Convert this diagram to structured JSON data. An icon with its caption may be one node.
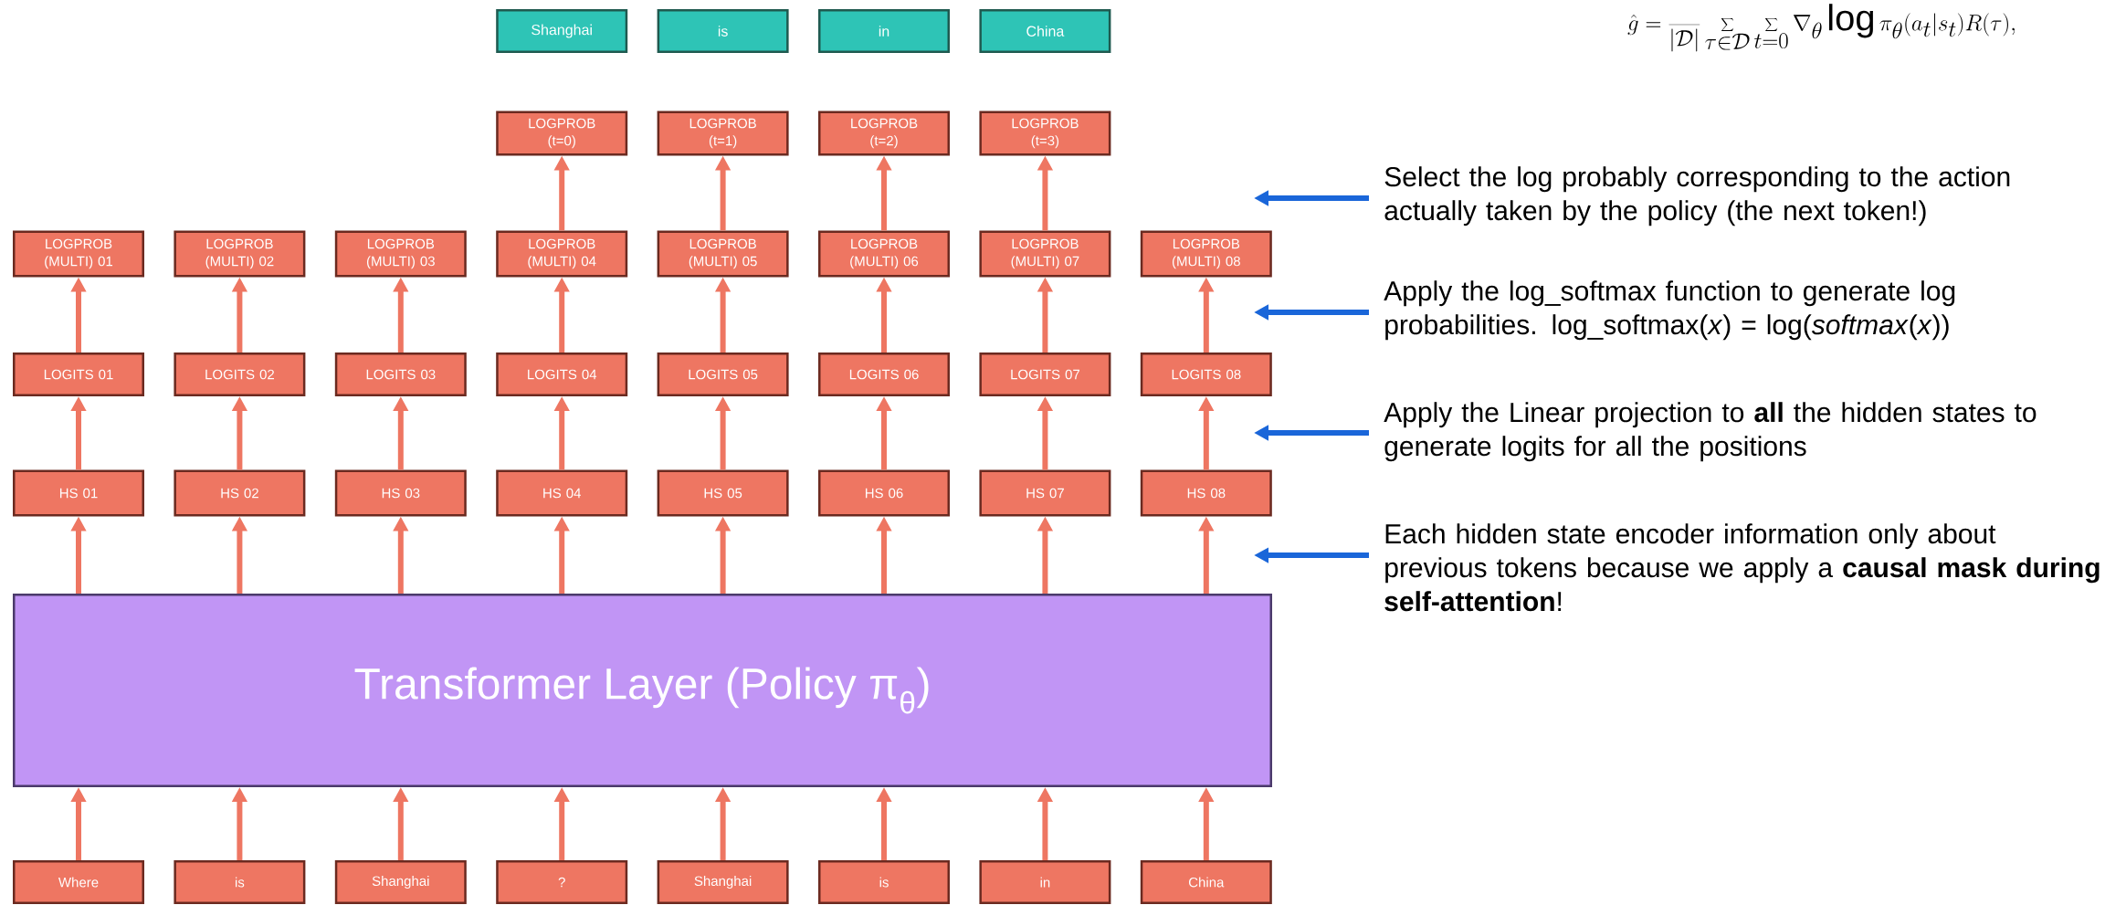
{
  "diagram": {
    "nodes": [
      {
        "text": [
          "Shanghai"
        ]
      },
      {
        "text": [
          "is"
        ]
      },
      {
        "text": [
          "in"
        ]
      },
      {
        "text": [
          "China"
        ]
      },
      {
        "text": [
          "LOGPROB (t=0)"
        ]
      },
      {
        "text": [
          "LOGPROB (t=1)"
        ]
      },
      {
        "text": [
          "LOGPROB (t=2)"
        ]
      },
      {
        "text": [
          "LOGPROB (t=3)"
        ]
      },
      {
        "text": [
          "LOGPROB (MULTI) 01"
        ]
      },
      {
        "text": [
          "LOGPROB (MULTI) 02"
        ]
      },
      {
        "text": [
          "LOGPROB (MULTI) 03"
        ]
      },
      {
        "text": [
          "LOGPROB (MULTI) 04"
        ]
      },
      {
        "text": [
          "LOGPROB (MULTI) 05"
        ]
      },
      {
        "text": [
          "LOGPROB (MULTI) 06"
        ]
      },
      {
        "text": [
          "LOGPROB (MULTI) 07"
        ]
      },
      {
        "text": [
          "LOGPROB (MULTI) 08"
        ]
      },
      {
        "text": [
          "LOGITS 01"
        ]
      },
      {
        "text": [
          "LOGITS 02"
        ]
      },
      {
        "text": [
          "LOGITS 03"
        ]
      },
      {
        "text": [
          "LOGITS 04"
        ]
      },
      {
        "text": [
          "LOGITS 05"
        ]
      },
      {
        "text": [
          "LOGITS 06"
        ]
      },
      {
        "text": [
          "LOGITS 07"
        ]
      },
      {
        "text": [
          "LOGITS 08"
        ]
      },
      {
        "text": [
          "HS 01"
        ]
      },
      {
        "text": [
          "HS 02"
        ]
      },
      {
        "text": [
          "HS 03"
        ]
      },
      {
        "text": [
          "HS 04"
        ]
      },
      {
        "text": [
          "HS 05"
        ]
      },
      {
        "text": [
          "HS 06"
        ]
      },
      {
        "text": [
          "HS 07"
        ]
      },
      {
        "text": [
          "HS 08"
        ]
      },
      {
        "text": [
          "Transformer Layer (Policy π$_{θ}$)"
        ]
      },
      {
        "text": [
          "Where"
        ]
      },
      {
        "text": [
          "is"
        ]
      },
      {
        "text": [
          "Shanghai"
        ]
      },
      {
        "text": [
          "?"
        ]
      },
      {
        "text": [
          "Shanghai"
        ]
      },
      {
        "text": [
          "is"
        ]
      },
      {
        "text": [
          "in"
        ]
      },
      {
        "text": [
          "China"
        ]
      },
      {
        "text": [
          "Select the log probably corresponding to the action actually taken by the policy (the next token!)"
        ]
      },
      {
        "text": [
          "Apply the log_softmax function to generate log probabilities. log_softmax(*x*) = log(*softmax*(*x*))"
        ]
      },
      {
        "text": [
          "Apply the Linear projection to **all** the hidden states to generate logits for all the positions"
        ]
      },
      {
        "text": [
          "Each hidden state encoder information only about previous tokens because we apply a **causal mask during self-attention**!"
        ]
      }
    ],
    "edges": [
      {
        "from": 11,
        "to": 4,
        "arrow": "to"
      },
      {
        "from": 12,
        "to": 5,
        "arrow": "to"
      },
      {
        "from": 13,
        "to": 6,
        "arrow": "to"
      },
      {
        "from": 14,
        "to": 7,
        "arrow": "to"
      },
      {
        "from": 16,
        "to": 8,
        "arrow": "to"
      },
      {
        "from": 17,
        "to": 9,
        "arrow": "to"
      },
      {
        "from": 18,
        "to": 10,
        "arrow": "to"
      },
      {
        "from": 19,
        "to": 11,
        "arrow": "to"
      },
      {
        "from": 20,
        "to": 12,
        "arrow": "to"
      },
      {
        "from": 21,
        "to": 13,
        "arrow": "to"
      },
      {
        "from": 22,
        "to": 14,
        "arrow": "to"
      },
      {
        "from": 23,
        "to": 15,
        "arrow": "to"
      },
      {
        "from": 24,
        "to": 16,
        "arrow": "to"
      },
      {
        "from": 25,
        "to": 17,
        "arrow": "to"
      },
      {
        "from": 26,
        "to": 18,
        "arrow": "to"
      },
      {
        "from": 27,
        "to": 19,
        "arrow": "to"
      },
      {
        "from": 28,
        "to": 20,
        "arrow": "to"
      },
      {
        "from": 29,
        "to": 21,
        "arrow": "to"
      },
      {
        "from": 30,
        "to": 22,
        "arrow": "to"
      },
      {
        "from": 31,
        "to": 23,
        "arrow": "to"
      },
      {
        "from": 32,
        "to": 24,
        "arrow": "to"
      },
      {
        "from": 32,
        "to": 25,
        "arrow": "to"
      },
      {
        "from": 32,
        "to": 26,
        "arrow": "to"
      },
      {
        "from": 32,
        "to": 27,
        "arrow": "to"
      },
      {
        "from": 32,
        "to": 28,
        "arrow": "to"
      },
      {
        "from": 32,
        "to": 29,
        "arrow": "to"
      },
      {
        "from": 32,
        "to": 30,
        "arrow": "to"
      },
      {
        "from": 32,
        "to": 31,
        "arrow": "to"
      },
      {
        "from": 33,
        "to": 32,
        "arrow": "to"
      },
      {
        "from": 34,
        "to": 32,
        "arrow": "to"
      },
      {
        "from": 35,
        "to": 32,
        "arrow": "to"
      },
      {
        "from": 36,
        "to": 32,
        "arrow": "to"
      },
      {
        "from": 37,
        "to": 32,
        "arrow": "to"
      },
      {
        "from": 38,
        "to": 32,
        "arrow": "to"
      },
      {
        "from": 39,
        "to": 32,
        "arrow": "to"
      },
      {
        "from": 40,
        "to": 32,
        "arrow": "to"
      },
      {
        "from": 41,
        "to": null,
        "arrow": "to",
        "color": "#1a66d9"
      },
      {
        "from": 42,
        "to": null,
        "arrow": "to",
        "color": "#1a66d9"
      },
      {
        "from": 43,
        "to": null,
        "arrow": "to",
        "color": "#1a66d9"
      },
      {
        "from": 44,
        "to": null,
        "arrow": "to",
        "color": "#1a66d9"
      }
    ],
    "labels": [
      "\\hat{g} = \\frac{}{|\\mathcal{D}|}\\sum_{\\tau\\in\\mathcal{D}}\\sum_{t=0}\\nabla_\\theta \\log\\pi_\\theta(a_t|s_t)R(\\tau),"
    ]
  }
}
